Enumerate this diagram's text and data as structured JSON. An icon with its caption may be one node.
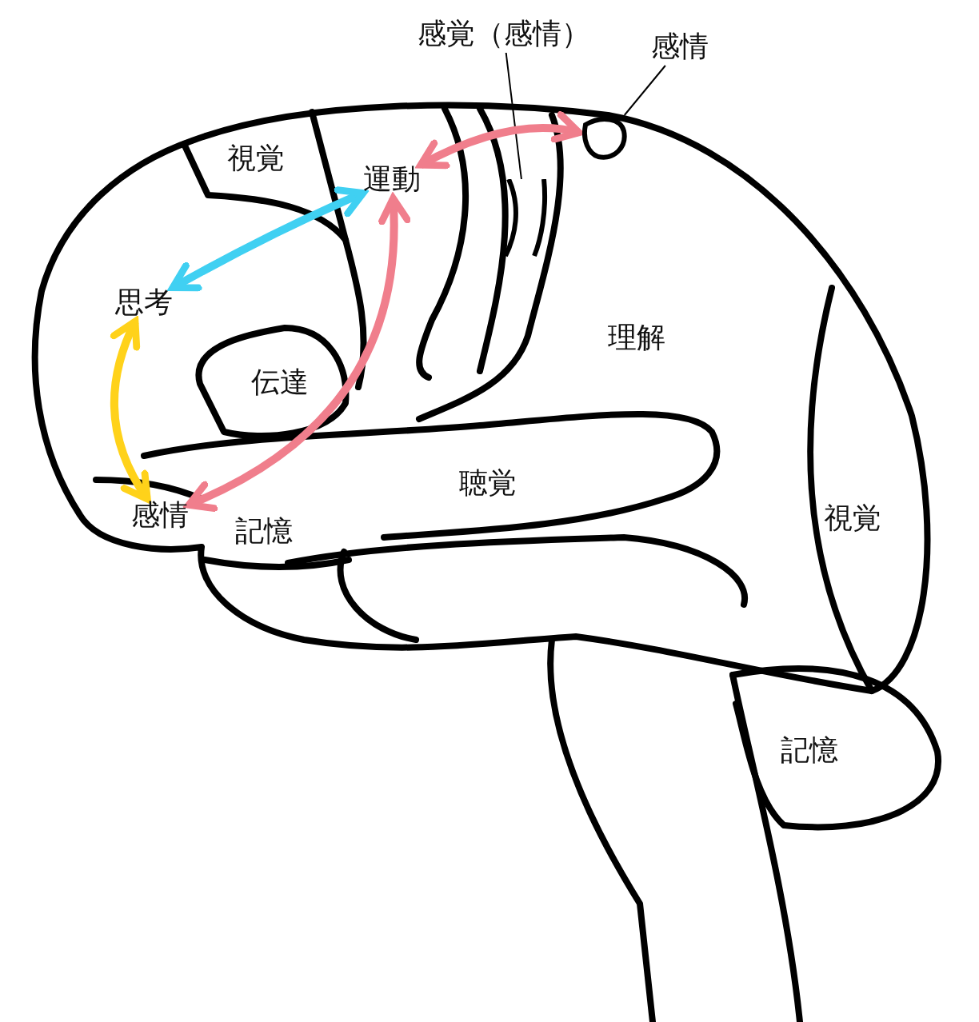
{
  "diagram": {
    "nodes": [
      {
        "text": [
          "感覚（感情）"
        ]
      },
      {
        "text": [
          "感情"
        ]
      },
      {
        "text": [],
        "shape": "region"
      },
      {
        "text": [],
        "shape": "region"
      },
      {
        "text": [
          "視覚"
        ]
      },
      {
        "text": [
          "運動"
        ]
      },
      {
        "text": [
          "思考"
        ]
      },
      {
        "text": [
          "伝達"
        ]
      },
      {
        "text": [
          "理解"
        ]
      },
      {
        "text": [
          "聴覚"
        ]
      },
      {
        "text": [
          "感情"
        ]
      },
      {
        "text": [
          "記憶"
        ]
      },
      {
        "text": [
          "視覚"
        ]
      },
      {
        "text": [
          "記憶"
        ]
      }
    ],
    "edges": [
      {
        "from": 0,
        "to": 2,
        "arrow": "none"
      },
      {
        "from": 1,
        "to": 3,
        "arrow": "none"
      },
      {
        "from": 6,
        "to": 5,
        "arrow": "both",
        "color": "#40d0f2"
      },
      {
        "from": 5,
        "to": 3,
        "arrow": "both",
        "color": "#f07e8c"
      },
      {
        "from": 10,
        "to": 5,
        "arrow": "both",
        "color": "#f07e8c"
      },
      {
        "from": 6,
        "to": 10,
        "arrow": "both",
        "color": "#ffd21a"
      }
    ]
  }
}
